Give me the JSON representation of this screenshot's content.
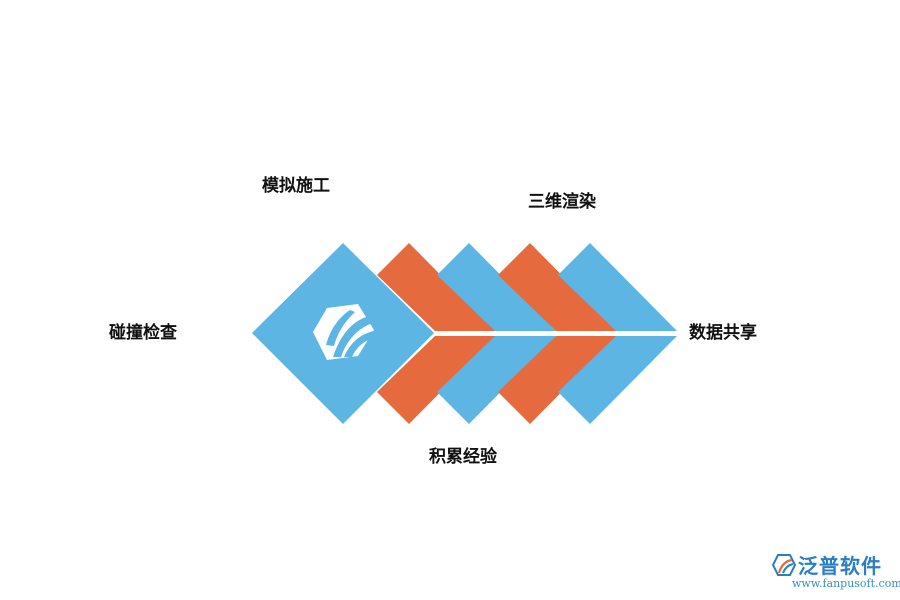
{
  "labels": {
    "top_left": "模拟施工",
    "left": "碰撞检查",
    "top_right": "三维渲染",
    "right": "数据共享",
    "bottom": "积累经验"
  },
  "logo": {
    "name": "泛普软件",
    "url": "www.fanpusoft.com"
  },
  "colors": {
    "blue": "#5DB5E4",
    "orange": "#E56A3D",
    "logo_blue": "#2A7FC2"
  },
  "icons": {
    "center": "fanpu-logo-icon"
  }
}
